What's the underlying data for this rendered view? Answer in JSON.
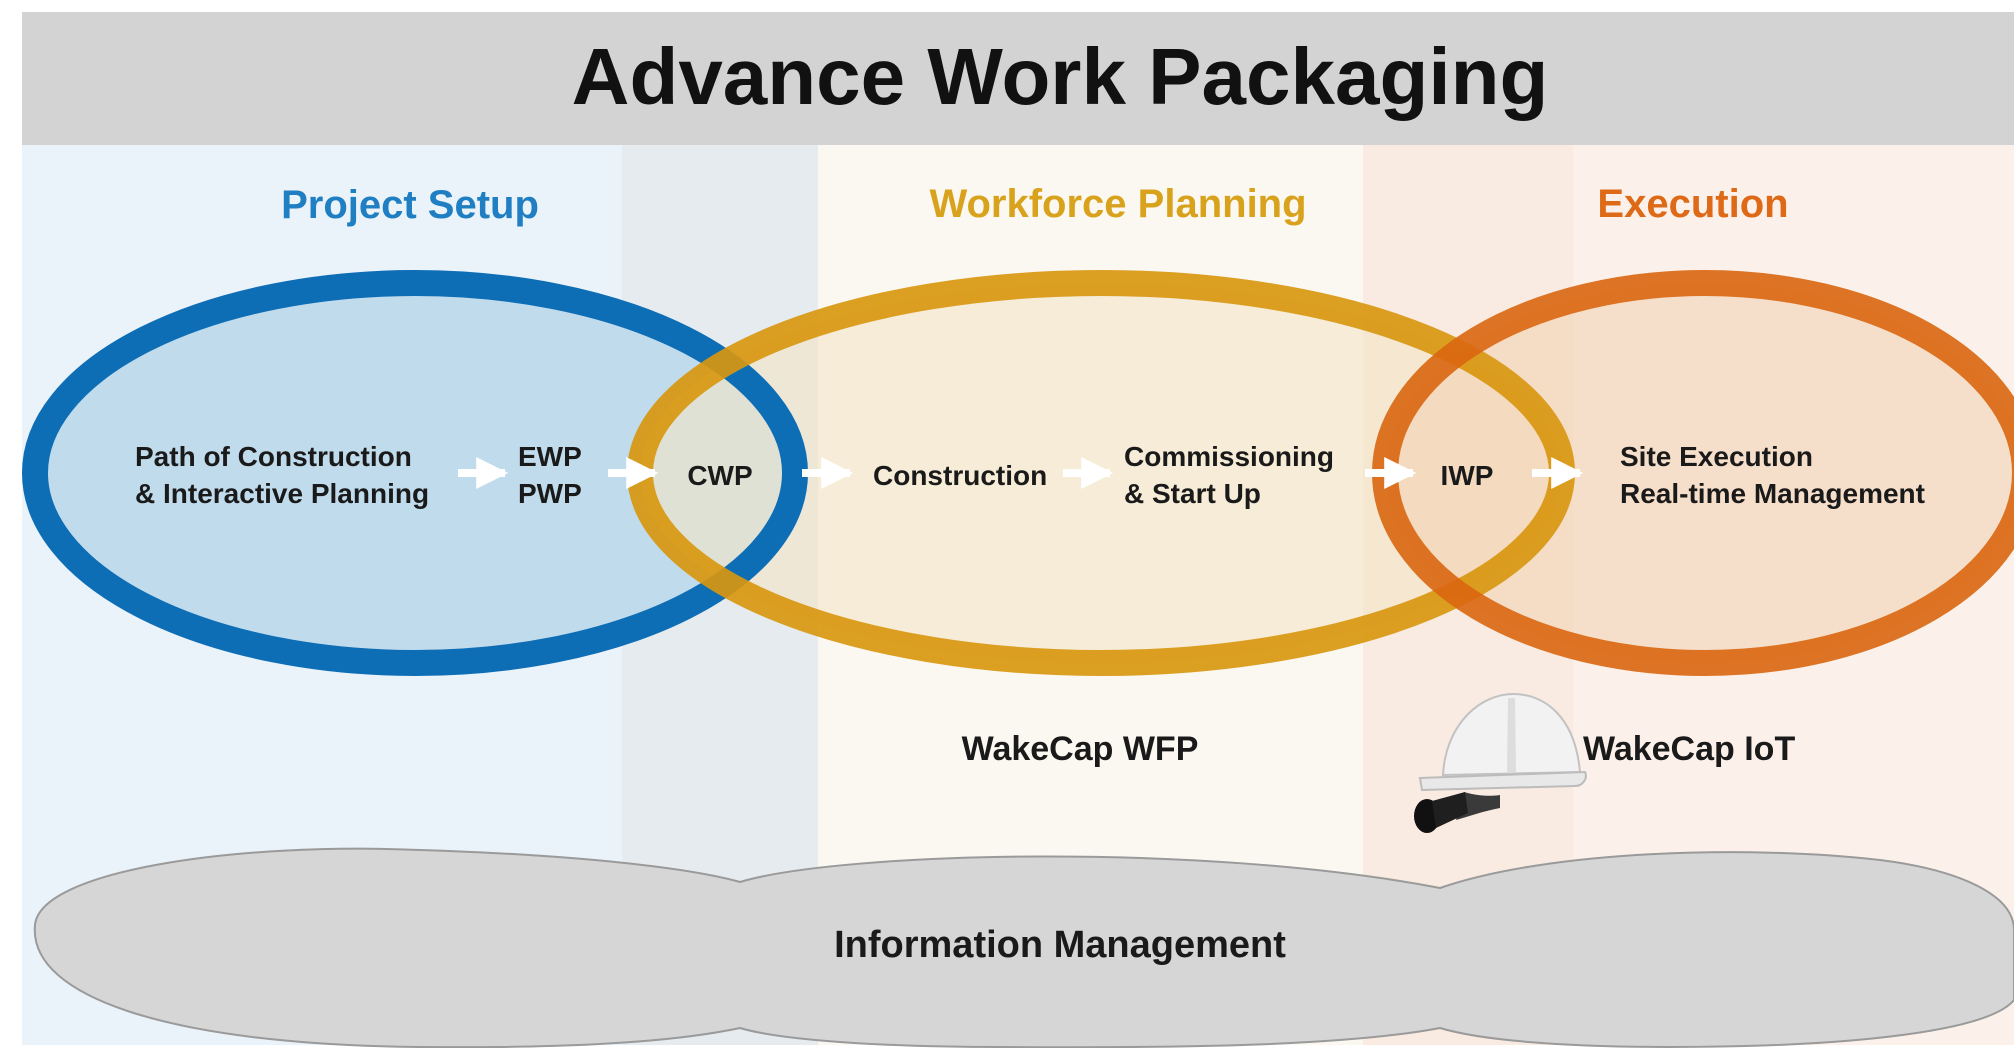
{
  "title": "Advance Work Packaging",
  "phases": {
    "setup": {
      "label": "Project Setup",
      "color": "#1f7fc2"
    },
    "planning": {
      "label": "Workforce Planning",
      "color": "#d8a21c"
    },
    "execution": {
      "label": "Execution",
      "color": "#de6a18"
    }
  },
  "colors": {
    "title_band": "#d3d3d3",
    "setup_ring": "#0d6db5",
    "planning_ring": "#d89710",
    "execution_ring": "#d9660f",
    "cloud": "#d6d6d6",
    "helmet": "#f2f2f2"
  },
  "nodes": {
    "path_of_construction_line1": "Path of Construction",
    "path_of_construction_line2": "& Interactive Planning",
    "ewp": "EWP",
    "pwp": "PWP",
    "cwp": "CWP",
    "construction": "Construction",
    "commissioning_line1": "Commissioning",
    "commissioning_line2": "& Start Up",
    "iwp": "IWP",
    "site_execution_line1": "Site Execution",
    "site_execution_line2": "Real-time Management"
  },
  "tools": {
    "wfp": "WakeCap WFP",
    "iot": "WakeCap IoT",
    "helmet_icon": "hard-hat-icon"
  },
  "foundation": {
    "label": "Information Management"
  }
}
